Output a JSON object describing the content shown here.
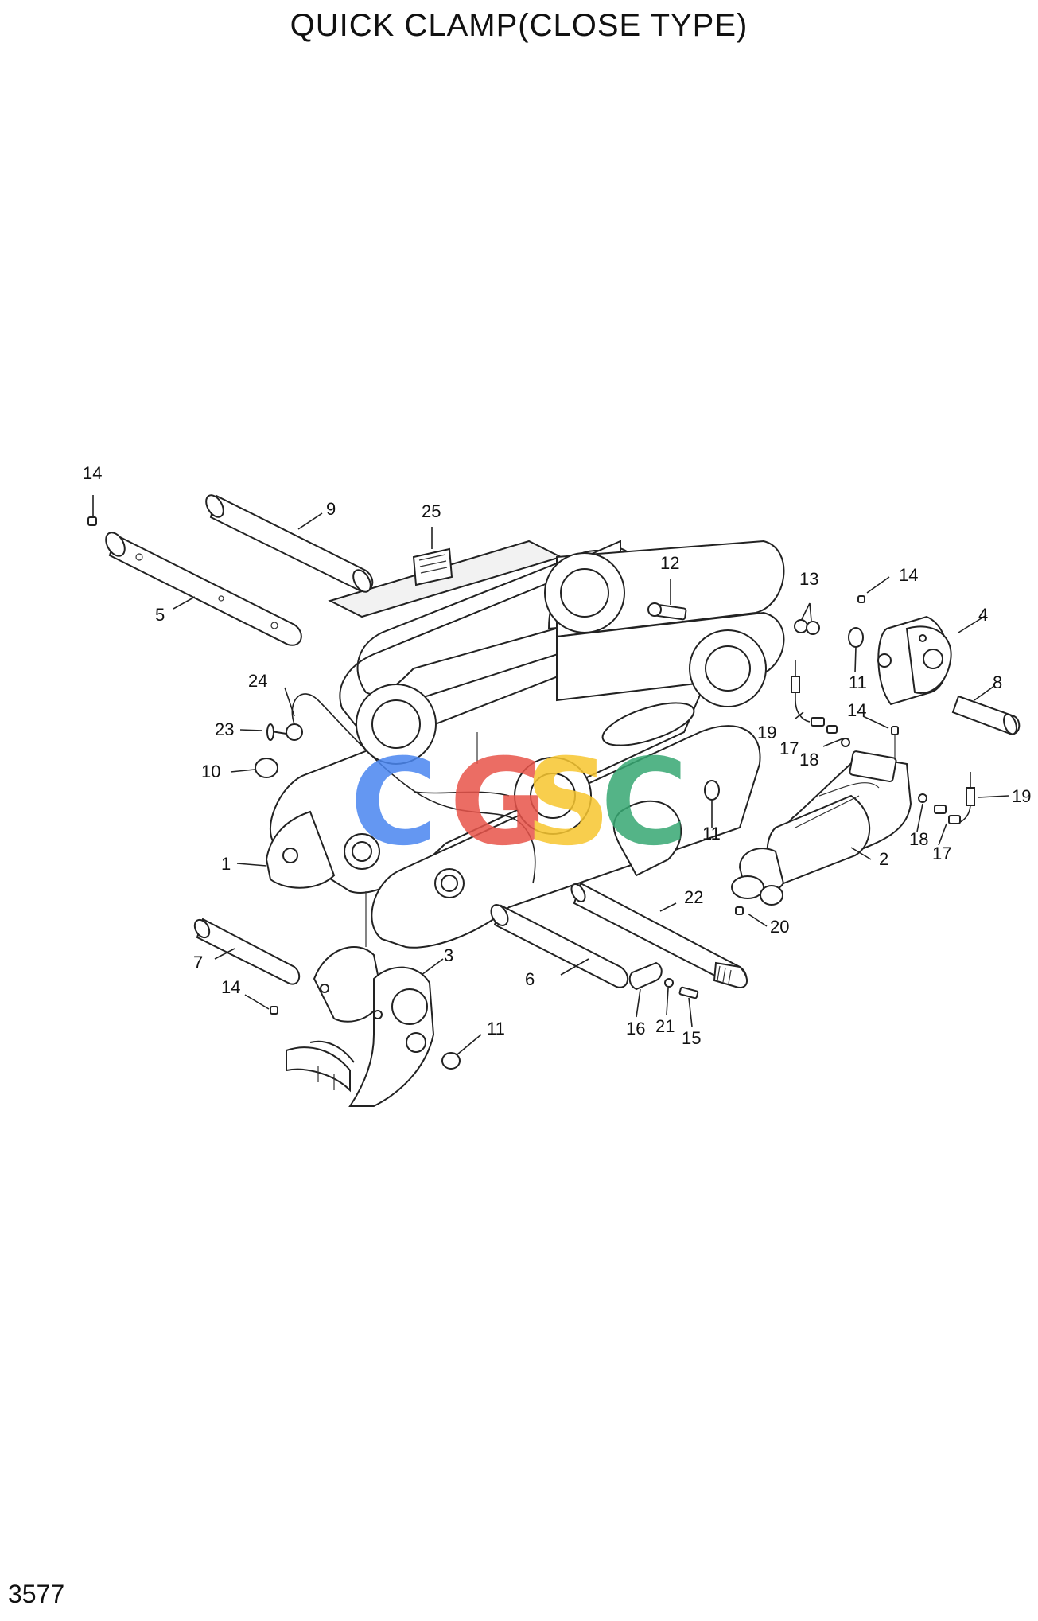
{
  "title": "QUICK CLAMP(CLOSE TYPE)",
  "page_number": "3577",
  "watermark": {
    "letters": [
      "C",
      "G",
      "S",
      "C"
    ],
    "colors": [
      "#4a86f0",
      "#e8544a",
      "#f7c62f",
      "#37a873"
    ]
  },
  "callouts": [
    "1",
    "2",
    "3",
    "4",
    "5",
    "6",
    "7",
    "8",
    "9",
    "10",
    "11",
    "11",
    "11",
    "12",
    "13",
    "14",
    "14",
    "14",
    "14",
    "15",
    "16",
    "17",
    "17",
    "18",
    "18",
    "19",
    "19",
    "20",
    "21",
    "22",
    "23",
    "24",
    "25"
  ]
}
